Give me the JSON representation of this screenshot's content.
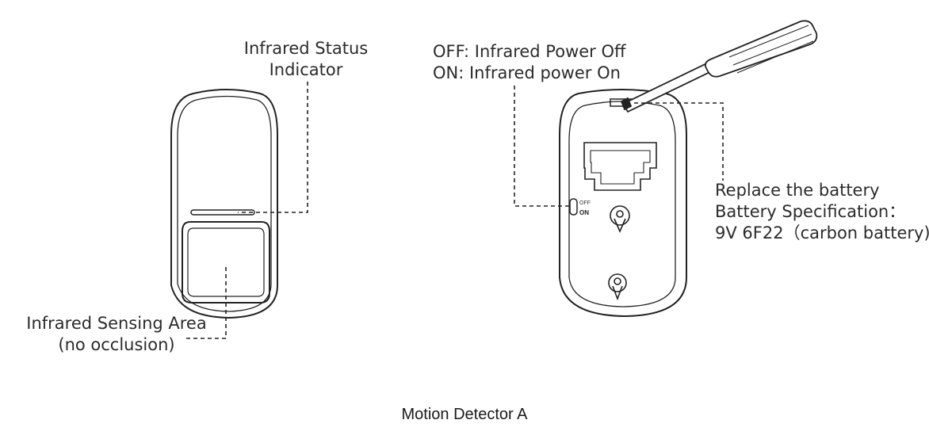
{
  "labels": {
    "status_indicator_1": "Infrared Status",
    "status_indicator_2": "Indicator",
    "sensing_area_1": "Infrared Sensing Area",
    "sensing_area_2": "(no occlusion)",
    "power_off": "OFF: Infrared Power Off",
    "power_on": "ON: Infrared power On",
    "battery_1": "Replace the battery",
    "battery_2": "Battery Specification：",
    "battery_3": "9V 6F22（carbon battery)",
    "switch_off": "OFF",
    "switch_on": "ON"
  },
  "caption": "Motion Detector A"
}
